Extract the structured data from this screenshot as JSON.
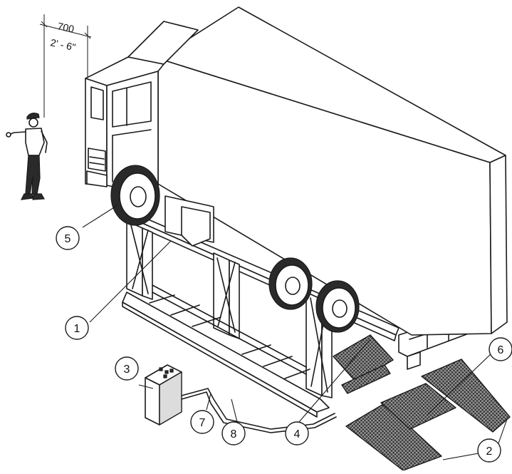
{
  "dimension": {
    "metric": "700",
    "imperial": "2' - 6\""
  },
  "callouts": [
    {
      "id": "c1",
      "label": "1"
    },
    {
      "id": "c2",
      "label": "2"
    },
    {
      "id": "c3",
      "label": "3"
    },
    {
      "id": "c4",
      "label": "4"
    },
    {
      "id": "c5",
      "label": "5"
    },
    {
      "id": "c6",
      "label": "6"
    },
    {
      "id": "c7",
      "label": "7"
    },
    {
      "id": "c8",
      "label": "8"
    }
  ],
  "colors": {
    "line": "#1a1a1a",
    "background": "#ffffff",
    "shade": "#dcdcdc"
  }
}
